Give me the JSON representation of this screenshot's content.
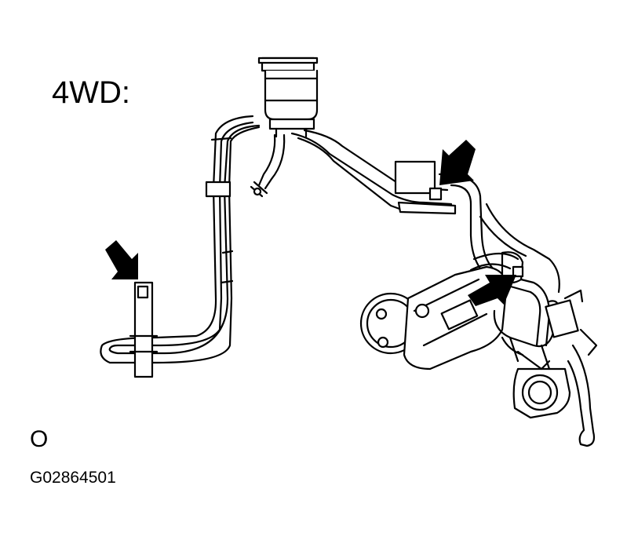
{
  "labels": {
    "variant": "4WD:",
    "view_marker": "O",
    "figure_id": "G02864501"
  },
  "callouts": [
    {
      "name": "left-bracket-bolt-arrow",
      "target": "left-bracket-bolt"
    },
    {
      "name": "upper-clamp-bolt-arrow",
      "target": "upper-clamp-bolt"
    },
    {
      "name": "pump-bracket-bolt-arrow",
      "target": "pump-bracket-bolt"
    }
  ],
  "colors": {
    "line": "#000000",
    "fill": "#ffffff",
    "shade": "#d9d9d9"
  }
}
